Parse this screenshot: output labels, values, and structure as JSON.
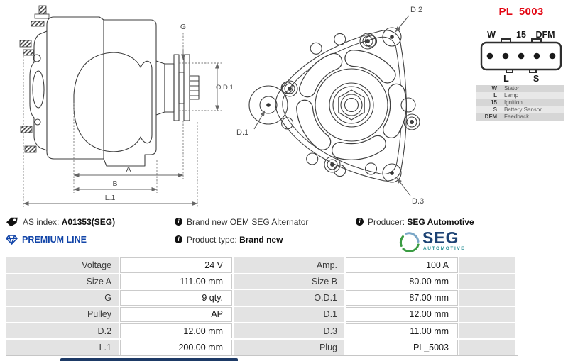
{
  "plug": {
    "title": "PL_5003",
    "title_color": "#e30613",
    "pins_top": [
      "W",
      "15",
      "DFM"
    ],
    "pins_bottom": [
      "L",
      "S"
    ],
    "legend": [
      {
        "key": "W",
        "desc": "Stator"
      },
      {
        "key": "L",
        "desc": "Lamp"
      },
      {
        "key": "15",
        "desc": "Ignition"
      },
      {
        "key": "S",
        "desc": "Battery Sensor"
      },
      {
        "key": "DFM",
        "desc": "Feedback"
      }
    ]
  },
  "drawings": {
    "side_labels": {
      "g": "G",
      "od1": "O.D.1",
      "a": "A",
      "b": "B",
      "l1": "L.1"
    },
    "front_labels": {
      "d1": "D.1",
      "d2": "D.2",
      "d3": "D.3"
    }
  },
  "info": {
    "as_index_label": "AS index:",
    "as_index_value": "A01353(SEG)",
    "brand_note": "Brand new OEM SEG Alternator",
    "producer_label": "Producer:",
    "producer_value": "SEG Automotive",
    "premium_line": "PREMIUM LINE",
    "premium_color": "#1245a8",
    "product_type_label": "Product type:",
    "product_type_value": "Brand new",
    "logo_text": "SEG",
    "logo_subtext": "AUTOMOTIVE",
    "logo_text_color": "#1c4273",
    "logo_subtext_color": "#2a9096"
  },
  "spec_table": {
    "rows": [
      {
        "label1": "Voltage",
        "value1": "24 V",
        "label2": "Amp.",
        "value2": "100 A"
      },
      {
        "label1": "Size A",
        "value1": "111.00 mm",
        "label2": "Size B",
        "value2": "80.00  mm"
      },
      {
        "label1": "G",
        "value1": "9 qty.",
        "label2": "O.D.1",
        "value2": "87.00 mm"
      },
      {
        "label1": "Pulley",
        "value1": "AP",
        "label2": "D.1",
        "value2": "12.00 mm"
      },
      {
        "label1": "D.2",
        "value1": "12.00 mm",
        "label2": "D.3",
        "value2": "11.00 mm"
      },
      {
        "label1": "L.1",
        "value1": "200.00 mm",
        "label2": "Plug",
        "value2": "PL_5003"
      }
    ]
  }
}
